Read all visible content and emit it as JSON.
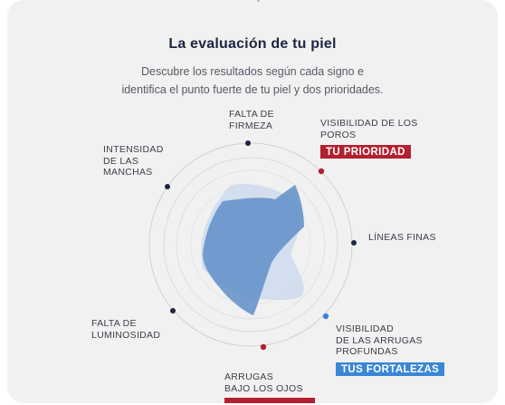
{
  "title": "La evaluación de tu piel",
  "subtitle": {
    "line1": "Descubre los resultados según cada signo e",
    "line2": "identifica el punto fuerte de tu piel y dos prioridades."
  },
  "axes": {
    "firmeza": [
      "FALTA DE",
      "FIRMEZA"
    ],
    "poros": [
      "VISIBILIDAD DE LOS",
      "POROS"
    ],
    "lineas": [
      "LÍNEAS FINAS"
    ],
    "arrugas_prof": [
      "VISIBILIDAD",
      "DE LAS ARRUGAS",
      "PROFUNDAS"
    ],
    "ojos": [
      "ARRUGAS",
      "BAJO LOS OJOS"
    ],
    "luminosidad": [
      "FALTA DE",
      "LUMINOSIDAD"
    ],
    "manchas": [
      "INTENSIDAD",
      "DE LAS",
      "MANCHAS"
    ]
  },
  "badges": {
    "priority": "TU PRIORIDAD",
    "strengths": "TUS FORTALEZAS"
  },
  "colors": {
    "background": "#f1f1f1",
    "title": "#1c2541",
    "dot_default": "#1c2541",
    "dot_priority": "#b3202f",
    "dot_strength": "#3a86d6",
    "badge_priority": "#b3202f",
    "badge_strength": "#3a86d6",
    "blob_light": "#cfdced",
    "blob_dark": "#5f8fc9"
  }
}
